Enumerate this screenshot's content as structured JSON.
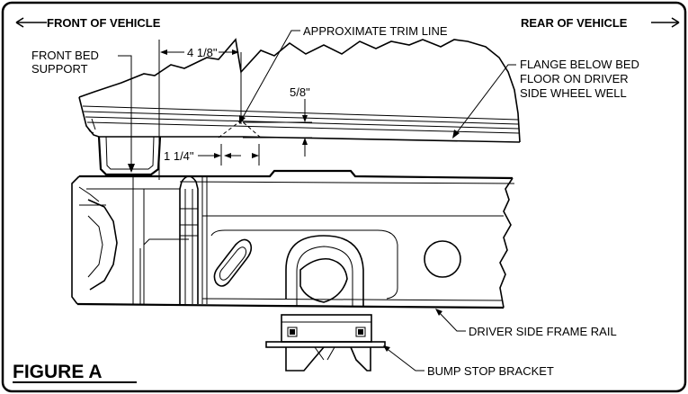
{
  "labels": {
    "front_of_vehicle": "FRONT OF VEHICLE",
    "rear_of_vehicle": "REAR OF VEHICLE",
    "approximate_trim_line": "APPROXIMATE TRIM LINE",
    "front_bed_support_1": "FRONT BED",
    "front_bed_support_2": "SUPPORT",
    "dim_4_1_8": "4 1/8\"",
    "dim_5_8": "5/8\"",
    "dim_1_1_4": "1 1/4\"",
    "flange_1": "FLANGE BELOW BED",
    "flange_2": "FLOOR ON DRIVER",
    "flange_3": "SIDE WHEEL WELL",
    "driver_side_frame_rail": "DRIVER SIDE FRAME RAIL",
    "bump_stop_bracket": "BUMP STOP BRACKET",
    "figure_title": "FIGURE A"
  }
}
